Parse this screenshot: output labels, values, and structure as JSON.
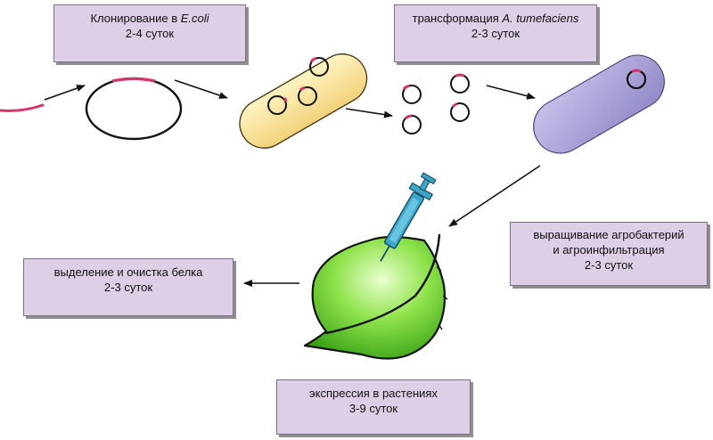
{
  "steps": {
    "ecoli_cloning": {
      "line1_prefix": "Клонирование в ",
      "line1_italic": "E.coli",
      "line2": "2-4 суток"
    },
    "agro_transformation": {
      "line1_prefix": "трансформация ",
      "line1_italic": "A. tumefaciens",
      "line2": "2-3 суток"
    },
    "agro_growth": {
      "line1": "выращивание агробактерий",
      "line2": "и агроинфильтрация",
      "line3": "2-3 суток"
    },
    "plant_expression": {
      "line1": "экспрессия в растениях",
      "line2": "3-9 суток"
    },
    "protein_purification": {
      "line1": "выделение и очистка белка",
      "line2": "2-3 суток"
    }
  },
  "colors": {
    "box_fill": "#ddd0e6",
    "insert": "#d6336c",
    "ecoli_fill": "#fbe6a0",
    "agro_fill": "#a9a3d6",
    "leaf": "#6ccf2a",
    "syringe": "#3aa7c9"
  },
  "icons": [
    "dna-insert-icon",
    "plasmid-icon",
    "ecoli-cell-icon",
    "agrobacterium-cell-icon",
    "leaf-icon",
    "syringe-icon",
    "arrow-icon"
  ]
}
